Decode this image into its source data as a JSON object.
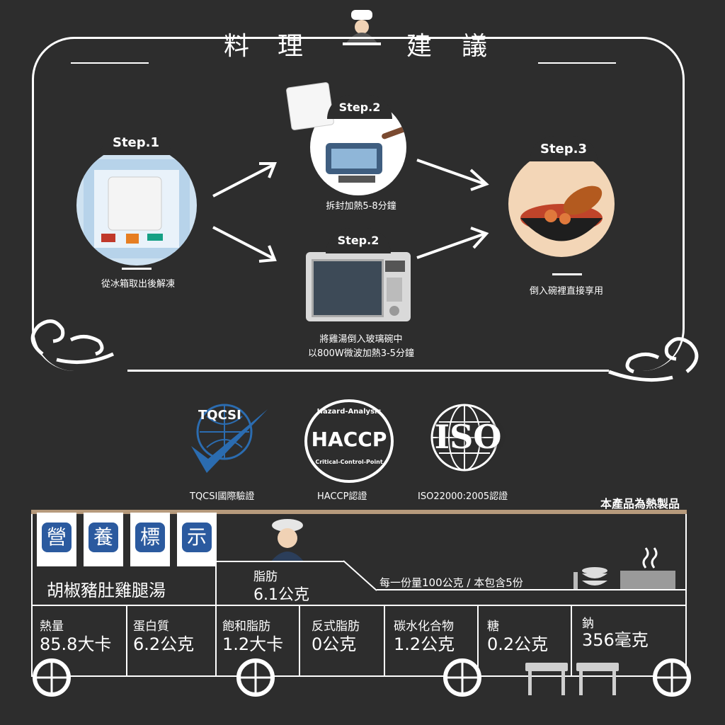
{
  "title": {
    "c1": "料",
    "c2": "理",
    "c3": "建",
    "c4": "議"
  },
  "steps": {
    "step1": {
      "badge": "Step.1",
      "caption": "從冰箱取出後解凍"
    },
    "step2a": {
      "badge": "Step.2",
      "caption": "拆封加熱5-8分鐘"
    },
    "step2b": {
      "badge": "Step.2",
      "caption_line1": "將雞湯倒入玻璃碗中",
      "caption_line2": "以800W微波加熱3-5分鐘"
    },
    "step3": {
      "badge": "Step.3",
      "caption": "倒入碗裡直接享用"
    }
  },
  "certs": {
    "tqcsi": {
      "logo": "TQCSI",
      "label": "TQCSI國際驗證"
    },
    "haccp": {
      "logo": "HACCP",
      "ring_top": "Hazard-Analysis",
      "ring_bottom": "Critical-Control-Point",
      "label": "HACCP認證"
    },
    "iso": {
      "logo": "ISO",
      "label": "ISO22000:2005認證"
    }
  },
  "cooked_note": "本產品為熱製品",
  "nutrition": {
    "flags": [
      "營",
      "養",
      "標",
      "示"
    ],
    "product_name": "胡椒豬肚雞腿湯",
    "fat_label": "脂肪",
    "fat_value": "6.1公克",
    "serving": "每一份量100公克 / 本包含5份",
    "items": [
      {
        "label": "熱量",
        "value": "85.8大卡"
      },
      {
        "label": "蛋白質",
        "value": "6.2公克"
      },
      {
        "label": "飽和脂肪",
        "value": "1.2大卡"
      },
      {
        "label": "反式脂肪",
        "value": "0公克"
      },
      {
        "label": "碳水化合物",
        "value": "1.2公克"
      },
      {
        "label": "糖",
        "value": "0.2公克"
      },
      {
        "label": "鈉",
        "value": "356毫克"
      }
    ]
  },
  "colors": {
    "background": "#2d2d2d",
    "accent_blue": "#2b5a9f",
    "bar_tan": "#b69a7c"
  }
}
